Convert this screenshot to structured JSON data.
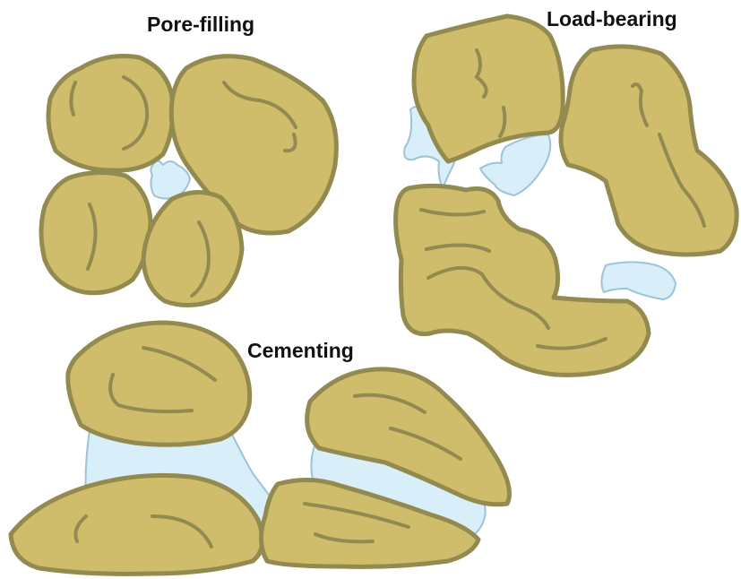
{
  "labels": {
    "pore_filling": "Pore-filling",
    "load_bearing": "Load-bearing",
    "cementing": "Cementing"
  },
  "colors": {
    "grain_fill": "#cfbd6b",
    "grain_stroke": "#938a4f",
    "hydrate_fill": "#d8eef8",
    "hydrate_stroke": "#9cc3d8",
    "text": "#111111"
  }
}
